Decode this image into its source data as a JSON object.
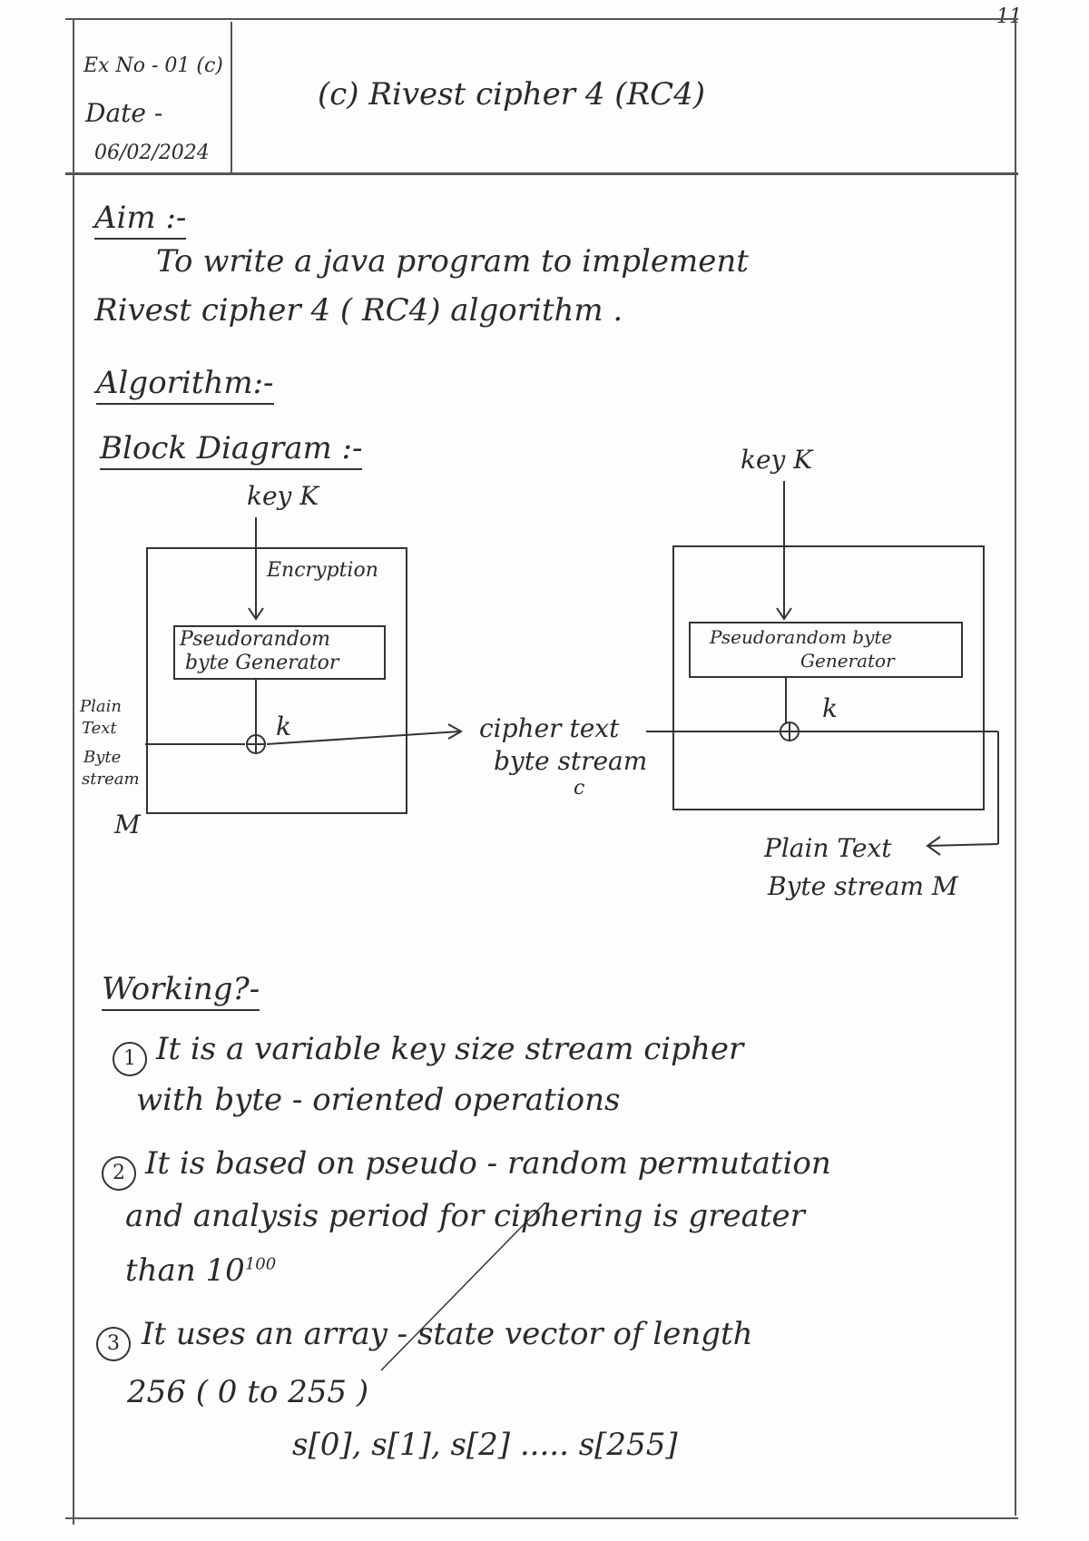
{
  "page_number": "11",
  "header": {
    "ex_no": "Ex No - 01 (c)",
    "date_label": "Date -",
    "date_value": "06/02/2024",
    "title": "(c) Rivest  cipher  4   (RC4)"
  },
  "aim": {
    "heading": "Aim :-",
    "line1": "To  write  a  java  program  to  implement",
    "line2": "Rivest  cipher  4 ( RC4)  algorithm ."
  },
  "algorithm_heading": "Algorithm:-",
  "block_diagram_heading": "Block Diagram :-",
  "diagram": {
    "left": {
      "key_label": "key K",
      "box_label": "Encryption",
      "generator_line1": "Pseudorandom",
      "generator_line2": "byte Generator",
      "k_label": "k",
      "input_line1": "Plain",
      "input_line2": "Text",
      "input_line3": "Byte",
      "input_line4": "stream",
      "input_m": "M"
    },
    "middle": {
      "line1": "cipher  text",
      "line2": "byte stream",
      "line3": "c"
    },
    "right": {
      "key_label": "key K",
      "generator_line1": "Pseudorandom  byte",
      "generator_line2": "Generator",
      "k_label": "k",
      "output_line1": "Plain Text",
      "output_line2": "Byte stream  M"
    }
  },
  "working": {
    "heading": "Working?-",
    "items": [
      {
        "num": "1",
        "line1": "It  is  a  variable  key  size  stream  cipher",
        "line2": "with  byte - oriented  operations"
      },
      {
        "num": "2",
        "line1": "It  is  based  on  pseudo - random  permutation",
        "line2": "and  analysis  period  for  ciphering  is  greater",
        "line3": "than  10",
        "sup": "100"
      },
      {
        "num": "3",
        "line1": "It  uses  an  array - state  vector  of  length",
        "line2": "256 ( 0  to  255 )",
        "line3": "s[0],  s[1],  s[2]  .....  s[255]"
      }
    ]
  }
}
